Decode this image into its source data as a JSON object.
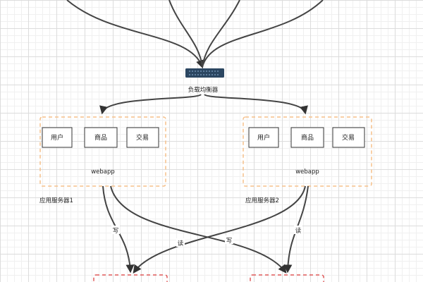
{
  "load_balancer": {
    "label": "负载均衡器"
  },
  "servers": [
    {
      "label": "应用服务器1",
      "webapp": "webapp",
      "modules": [
        "用户",
        "商品",
        "交易"
      ]
    },
    {
      "label": "应用服务器2",
      "webapp": "webapp",
      "modules": [
        "用户",
        "商品",
        "交易"
      ]
    }
  ],
  "edge_labels": {
    "s1_left": "写",
    "s1_right": "读",
    "s2_left": "写",
    "s2_right": "读"
  },
  "colors": {
    "server_border": "#f5c08a",
    "db_border": "#e05a5a",
    "edge": "#444444",
    "switch": "#2b4661"
  }
}
